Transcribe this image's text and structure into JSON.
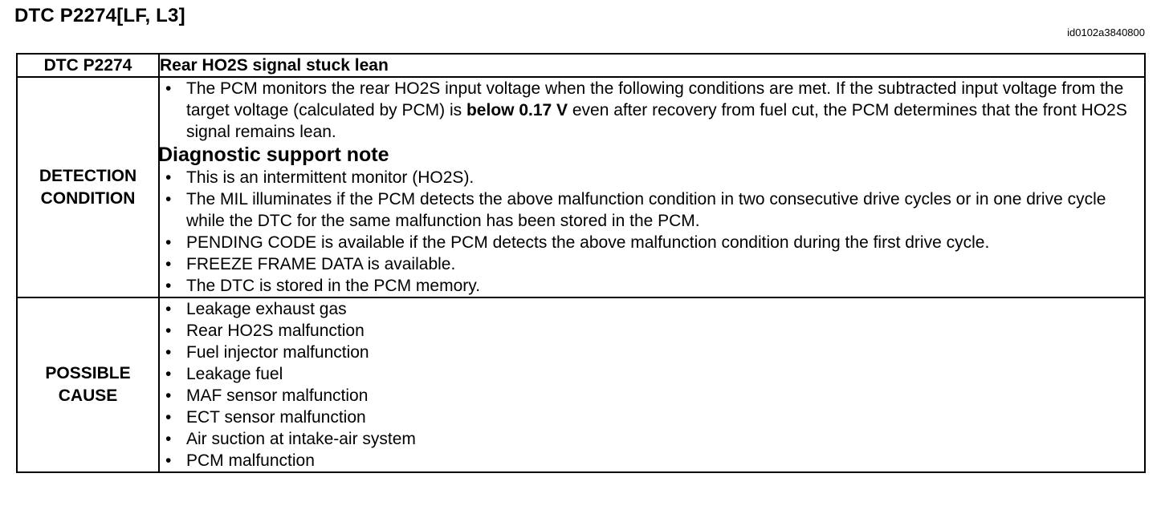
{
  "page_title": "DTC P2274[LF, L3]",
  "doc_id": "id0102a3840800",
  "table": {
    "header": {
      "code": "DTC P2274",
      "description": "Rear HO2S signal stuck lean"
    },
    "detection": {
      "label_line1": "DETECTION",
      "label_line2": "CONDITION",
      "intro_before": "The PCM monitors the rear HO2S input voltage when the following conditions are met. If the subtracted input voltage from the target voltage (calculated by PCM) is ",
      "intro_bold": "below 0.17 V",
      "intro_after": " even after recovery from fuel cut, the PCM determines that the front HO2S signal remains lean.",
      "support_heading": "Diagnostic support note",
      "notes": [
        "This is an intermittent monitor (HO2S).",
        "The MIL illuminates if the PCM detects the above malfunction condition in two consecutive drive cycles or in one drive cycle while the DTC for the same malfunction has been stored in the PCM.",
        "PENDING CODE is available if the PCM detects the above malfunction condition during the first drive cycle.",
        "FREEZE FRAME DATA is available.",
        "The DTC is stored in the PCM memory."
      ]
    },
    "possible_cause": {
      "label_line1": "POSSIBLE",
      "label_line2": "CAUSE",
      "items": [
        "Leakage exhaust gas",
        "Rear HO2S malfunction",
        "Fuel injector malfunction",
        "Leakage fuel",
        "MAF sensor malfunction",
        "ECT sensor malfunction",
        "Air suction at intake-air system",
        "PCM malfunction"
      ]
    }
  }
}
